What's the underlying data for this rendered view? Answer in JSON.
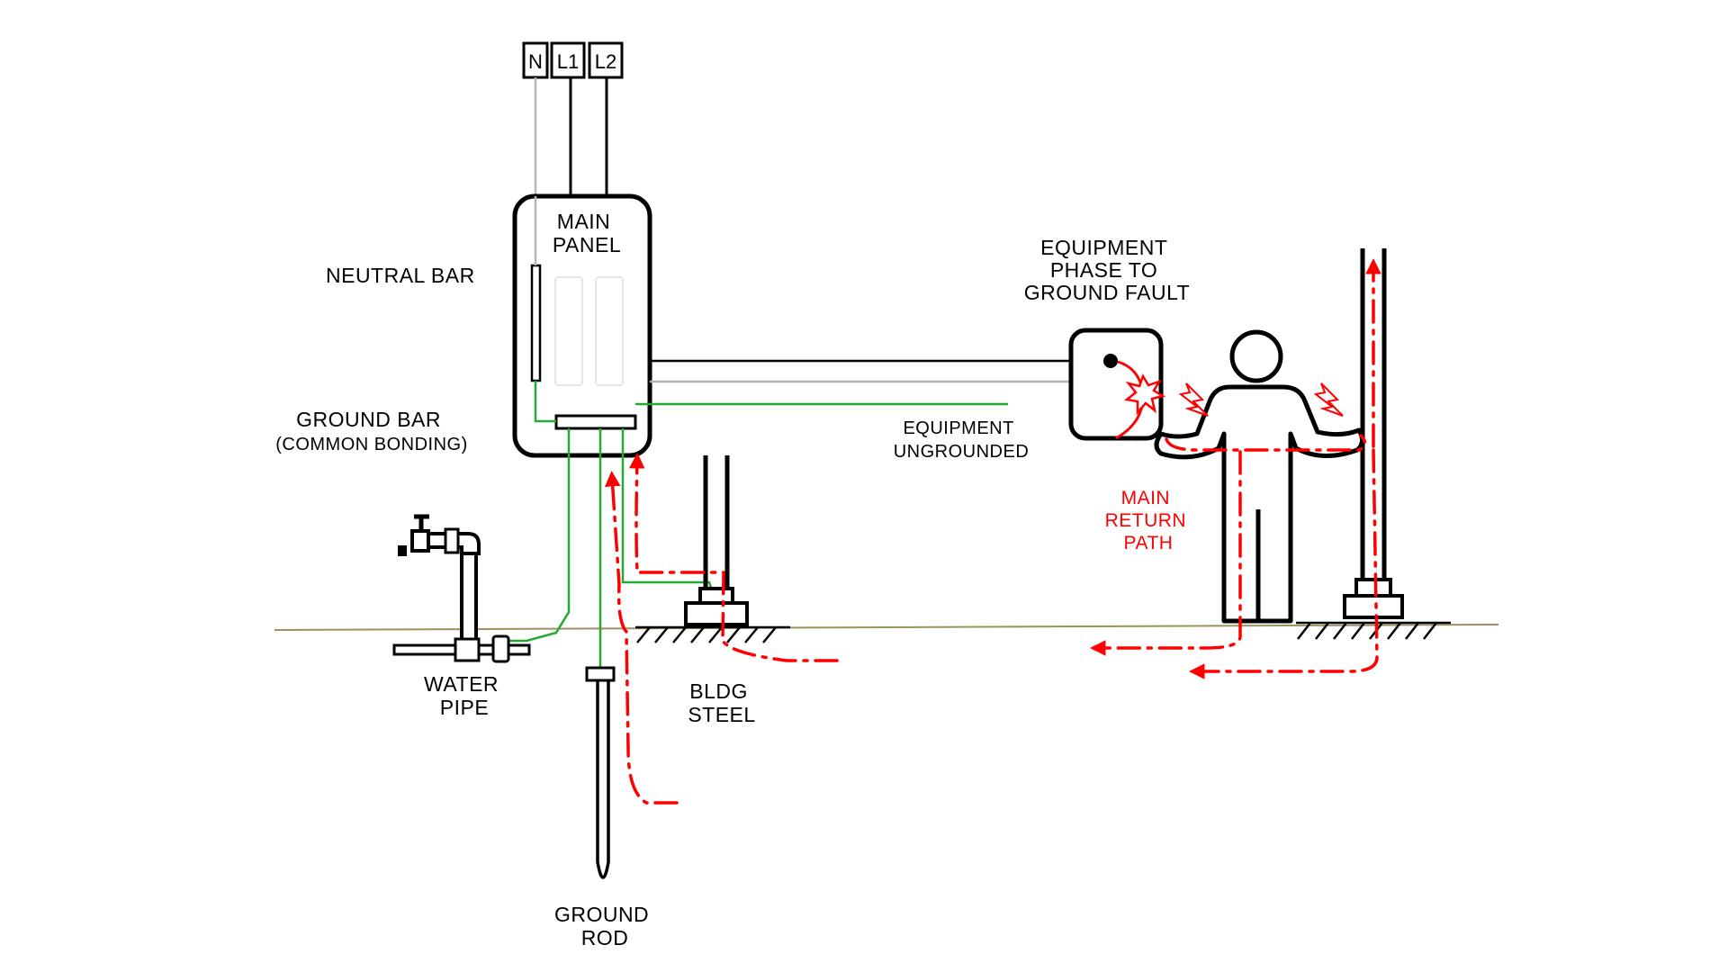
{
  "colors": {
    "ground_line": "#a09060",
    "ground_wire": "#22aa33",
    "neutral_wire": "#b5b5b5",
    "fault_path": "#ff0000",
    "outline": "#000000"
  },
  "terminals": {
    "n": "N",
    "l1": "L1",
    "l2": "L2"
  },
  "labels": {
    "main_panel": [
      "MAIN",
      "PANEL"
    ],
    "neutral_bar": "NEUTRAL BAR",
    "ground_bar": [
      "GROUND BAR",
      "(COMMON BONDING)"
    ],
    "water_pipe": [
      "WATER",
      "PIPE"
    ],
    "ground_rod": [
      "GROUND",
      "ROD"
    ],
    "bldg_steel": [
      "BLDG",
      "STEEL"
    ],
    "equipment_fault": [
      "EQUIPMENT",
      "PHASE TO",
      "GROUND FAULT"
    ],
    "equipment_ungrounded": [
      "EQUIPMENT",
      "UNGROUNDED"
    ],
    "main_return_path": [
      "MAIN",
      "RETURN",
      "PATH"
    ]
  },
  "icons": [
    "water-faucet-icon",
    "person-icon",
    "spark-icon",
    "lightning-icon"
  ]
}
